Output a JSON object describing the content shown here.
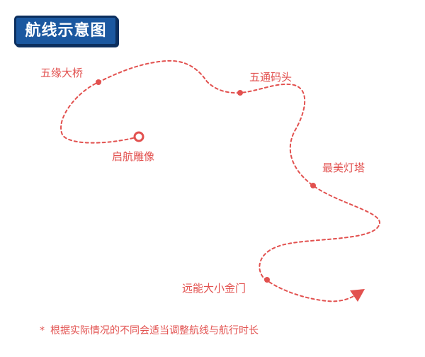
{
  "title": "航线示意图",
  "colors": {
    "route": "#e2514f",
    "title_bg": "#1b58a0",
    "title_border": "#0c2f5e",
    "text": "#e2514f"
  },
  "places": {
    "start": "启航雕像",
    "bridge": "五缘大桥",
    "pier": "五通码头",
    "lighthouse": "最美灯塔",
    "islands": "远能大小金门"
  },
  "note": {
    "marker": "*",
    "text": "根据实际情况的不同会适当调整航线与航行时长"
  }
}
